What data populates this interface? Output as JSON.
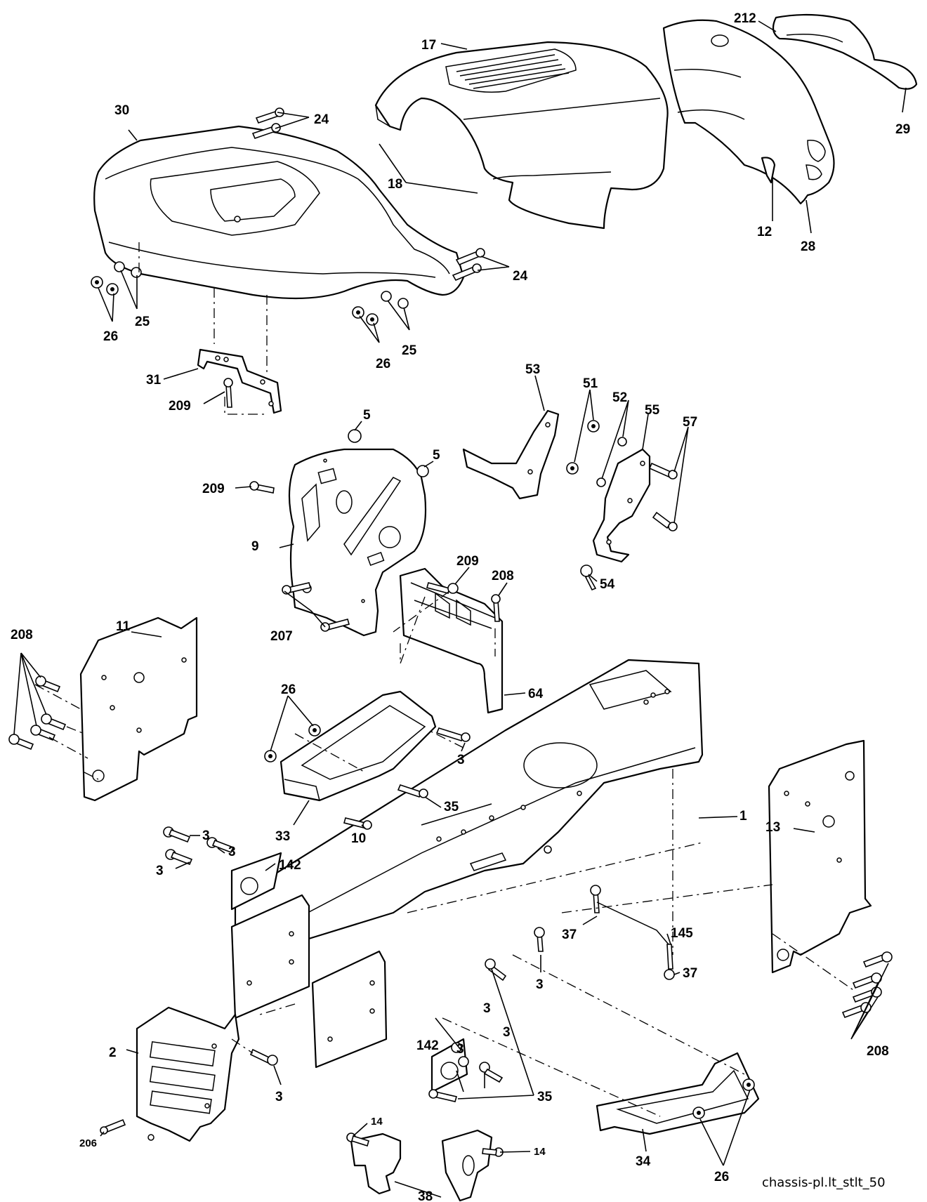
{
  "diagram": {
    "caption": "chassis-pl.lt_stlt_50",
    "callouts": [
      {
        "id": "c-17",
        "text": "17"
      },
      {
        "id": "c-212",
        "text": "212"
      },
      {
        "id": "c-29",
        "text": "29"
      },
      {
        "id": "c-30",
        "text": "30"
      },
      {
        "id": "c-24a",
        "text": "24"
      },
      {
        "id": "c-18",
        "text": "18"
      },
      {
        "id": "c-12",
        "text": "12"
      },
      {
        "id": "c-28",
        "text": "28"
      },
      {
        "id": "c-24b",
        "text": "24"
      },
      {
        "id": "c-25a",
        "text": "25"
      },
      {
        "id": "c-26a",
        "text": "26"
      },
      {
        "id": "c-26b",
        "text": "26"
      },
      {
        "id": "c-25b",
        "text": "25"
      },
      {
        "id": "c-31",
        "text": "31"
      },
      {
        "id": "c-209a",
        "text": "209"
      },
      {
        "id": "c-53",
        "text": "53"
      },
      {
        "id": "c-51",
        "text": "51"
      },
      {
        "id": "c-52",
        "text": "52"
      },
      {
        "id": "c-55",
        "text": "55"
      },
      {
        "id": "c-57",
        "text": "57"
      },
      {
        "id": "c-5a",
        "text": "5"
      },
      {
        "id": "c-5b",
        "text": "5"
      },
      {
        "id": "c-209b",
        "text": "209"
      },
      {
        "id": "c-9",
        "text": "9"
      },
      {
        "id": "c-209c",
        "text": "209"
      },
      {
        "id": "c-54",
        "text": "54"
      },
      {
        "id": "c-208a",
        "text": "208"
      },
      {
        "id": "c-207",
        "text": "207"
      },
      {
        "id": "c-208b",
        "text": "208"
      },
      {
        "id": "c-11",
        "text": "11"
      },
      {
        "id": "c-64",
        "text": "64"
      },
      {
        "id": "c-26c",
        "text": "26"
      },
      {
        "id": "c-3a",
        "text": "3"
      },
      {
        "id": "c-35a",
        "text": "35"
      },
      {
        "id": "c-33",
        "text": "33"
      },
      {
        "id": "c-10",
        "text": "10"
      },
      {
        "id": "c-1",
        "text": "1"
      },
      {
        "id": "c-13",
        "text": "13"
      },
      {
        "id": "c-3b",
        "text": "3"
      },
      {
        "id": "c-3c",
        "text": "3"
      },
      {
        "id": "c-3d",
        "text": "3"
      },
      {
        "id": "c-142a",
        "text": "142"
      },
      {
        "id": "c-37a",
        "text": "37"
      },
      {
        "id": "c-145",
        "text": "145"
      },
      {
        "id": "c-37b",
        "text": "37"
      },
      {
        "id": "c-3e",
        "text": "3"
      },
      {
        "id": "c-3f",
        "text": "3"
      },
      {
        "id": "c-142b",
        "text": "142"
      },
      {
        "id": "c-3g",
        "text": "3"
      },
      {
        "id": "c-3h",
        "text": "3"
      },
      {
        "id": "c-208c",
        "text": "208"
      },
      {
        "id": "c-2",
        "text": "2"
      },
      {
        "id": "c-3i",
        "text": "3"
      },
      {
        "id": "c-35b",
        "text": "35"
      },
      {
        "id": "c-206",
        "text": "206"
      },
      {
        "id": "c-14a",
        "text": "14"
      },
      {
        "id": "c-14b",
        "text": "14"
      },
      {
        "id": "c-34",
        "text": "34"
      },
      {
        "id": "c-26d",
        "text": "26"
      },
      {
        "id": "c-38",
        "text": "38"
      }
    ]
  }
}
